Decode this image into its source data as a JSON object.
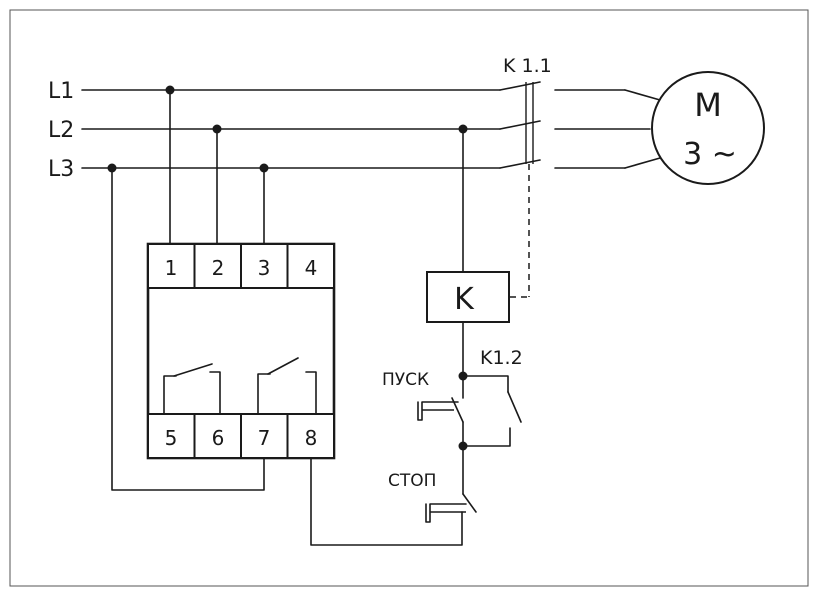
{
  "lines": {
    "l1": "L1",
    "l2": "L2",
    "l3": "L3"
  },
  "relay": {
    "terminals_top": [
      "1",
      "2",
      "3",
      "4"
    ],
    "terminals_bottom": [
      "5",
      "6",
      "7",
      "8"
    ]
  },
  "motor": {
    "letter": "M",
    "phase": "3 ~"
  },
  "contactor": {
    "coil": "K",
    "main_contacts": "K 1.1",
    "aux_contact": "K1.2"
  },
  "buttons": {
    "start": "ПУСК",
    "stop": "СТОП"
  }
}
